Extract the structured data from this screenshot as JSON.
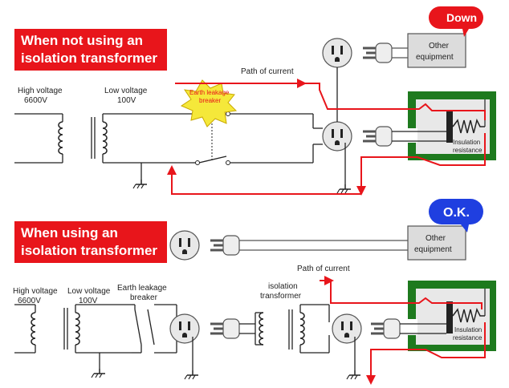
{
  "top": {
    "title_line1": "When not using an",
    "title_line2": "isolation transformer",
    "badge": "Down",
    "badge_color": "#e8151b",
    "high_voltage_label": "High voltage",
    "high_voltage_value": "6600V",
    "low_voltage_label": "Low voltage",
    "low_voltage_value": "100V",
    "breaker_line1": "Earth leakage",
    "breaker_line2": "breaker",
    "path_label": "Path of current",
    "other_equipment_line1": "Other",
    "other_equipment_line2": "equipment",
    "insulation_line1": "Insulation",
    "insulation_line2": "resistance"
  },
  "bottom": {
    "title_line1": "When using an",
    "title_line2": "isolation transformer",
    "badge": "O.K.",
    "badge_color": "#1f3fe0",
    "high_voltage_label": "High voltage",
    "high_voltage_value": "6600V",
    "low_voltage_label": "Low voltage",
    "low_voltage_value": "100V",
    "breaker_line1": "Earth leakage",
    "breaker_line2": "breaker",
    "path_label": "Path of current",
    "isolation_line1": "isolation",
    "isolation_line2": "transformer",
    "other_equipment_line1": "Other",
    "other_equipment_line2": "equipment",
    "insulation_line1": "Insulation",
    "insulation_line2": "resistance"
  },
  "colors": {
    "title_bg": "#e8151b",
    "current_path": "#e8151b",
    "equipment_frame": "#1e7a1e",
    "burst": "#f5e83a"
  }
}
